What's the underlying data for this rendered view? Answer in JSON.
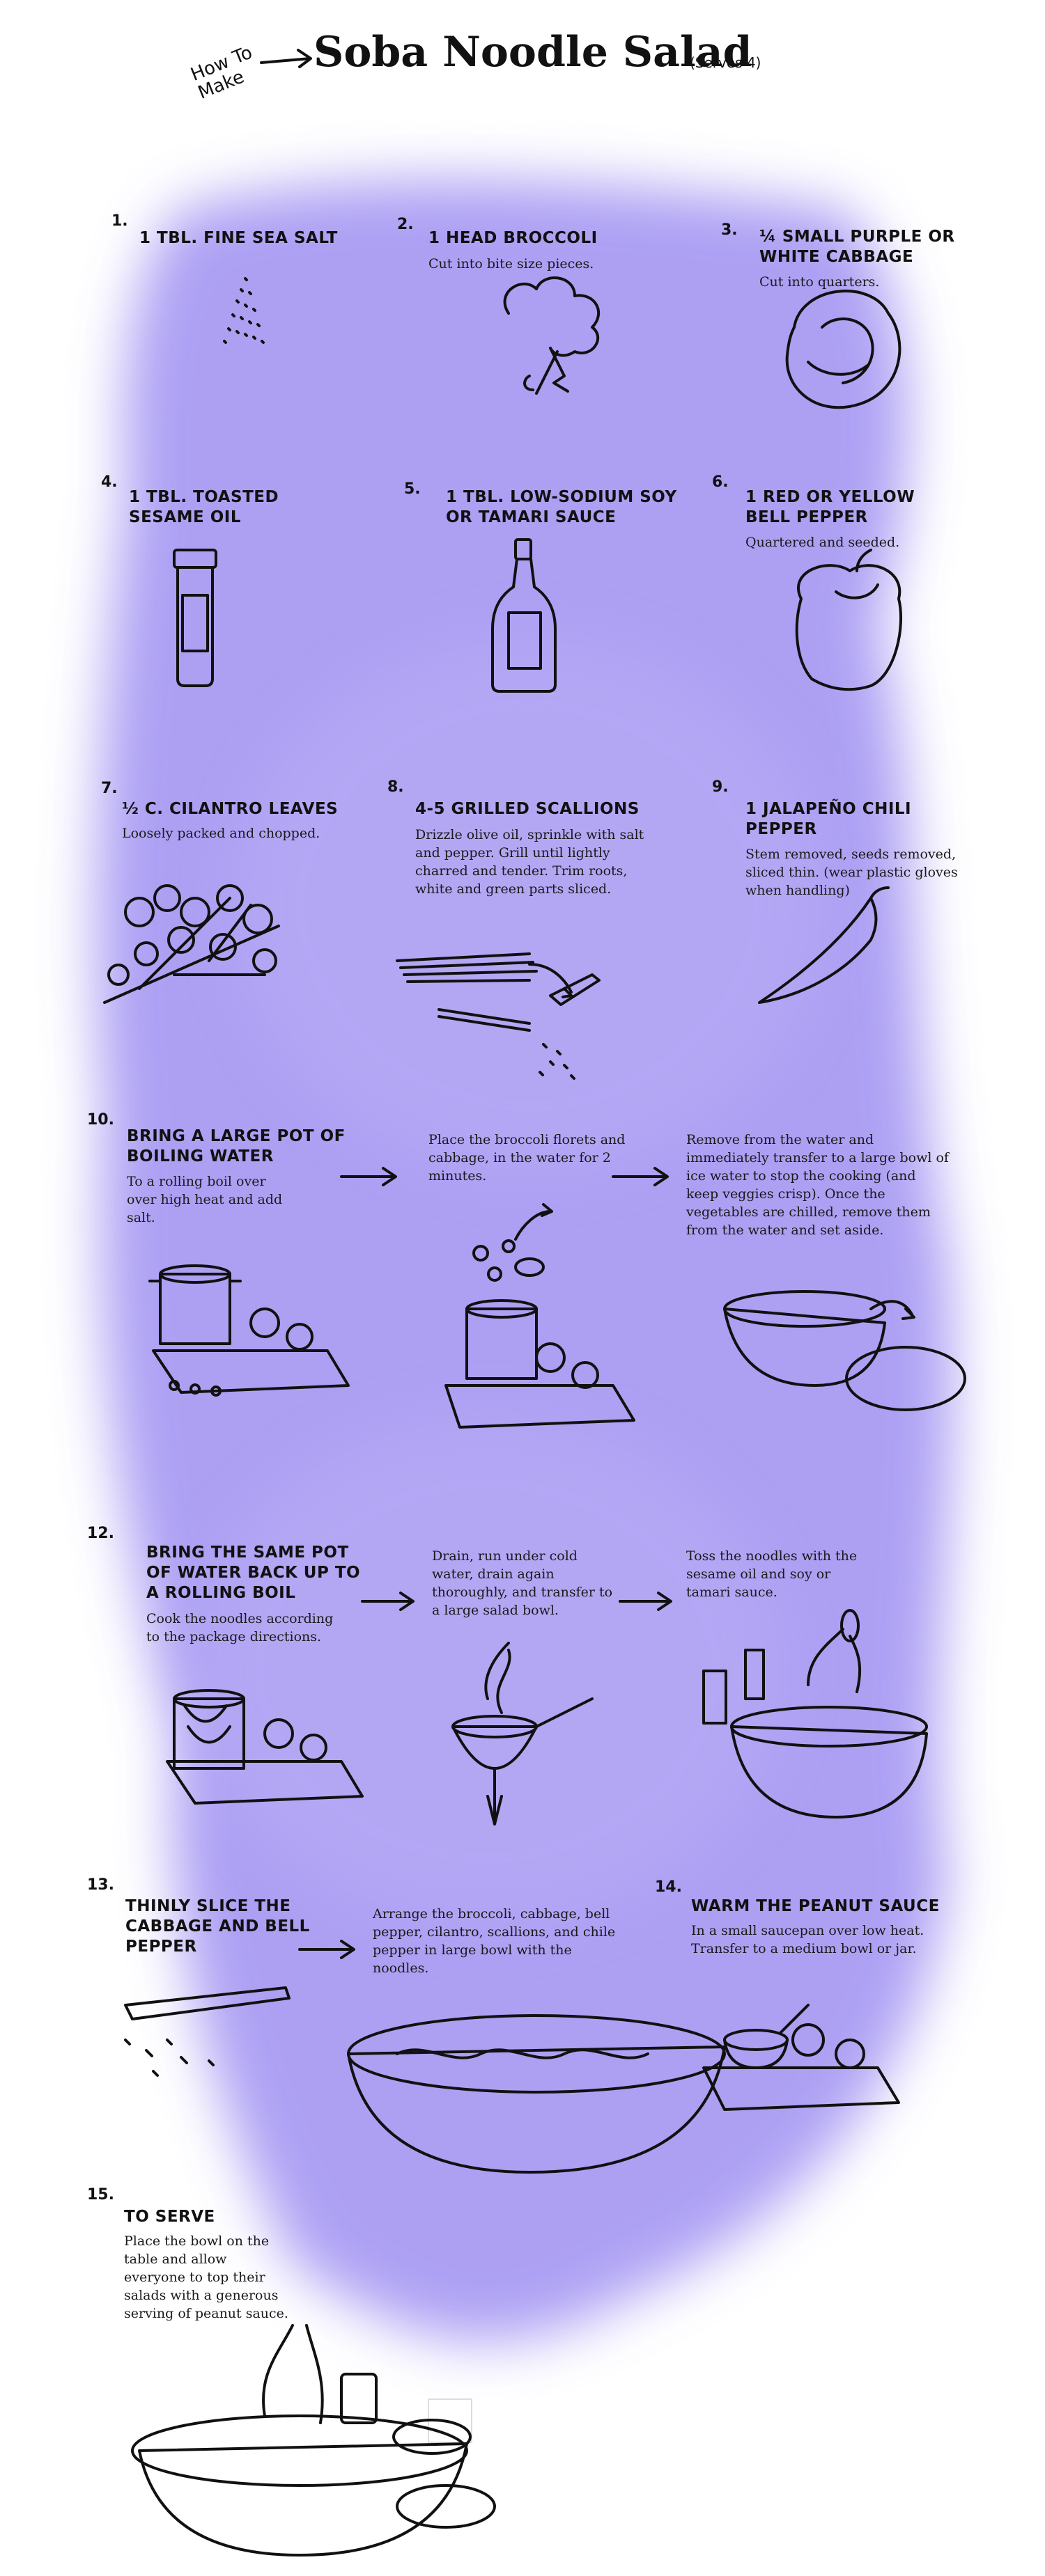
{
  "page": {
    "title": "Soba Noodle Salad",
    "serves": "(Serves 4)",
    "how_to": "How To Make",
    "colors": {
      "wash": "#9b8cf0",
      "ink": "#111111"
    }
  },
  "steps": [
    {
      "num": "1.",
      "head": "1 TBL. FINE SEA SALT",
      "desc": ""
    },
    {
      "num": "2.",
      "head": "1 HEAD BROCCOLI",
      "desc": "Cut into bite size pieces."
    },
    {
      "num": "3.",
      "head": "¼ SMALL PURPLE OR WHITE CABBAGE",
      "desc": "Cut into quarters."
    },
    {
      "num": "4.",
      "head": "1 TBL. TOASTED SESAME OIL",
      "desc": ""
    },
    {
      "num": "5.",
      "head": "1 TBL. LOW-SODIUM SOY OR TAMARI SAUCE",
      "desc": ""
    },
    {
      "num": "6.",
      "head": "1 RED OR YELLOW BELL PEPPER",
      "desc": "Quartered and seeded."
    },
    {
      "num": "7.",
      "head": "½ C. CILANTRO LEAVES",
      "desc": "Loosely packed and chopped."
    },
    {
      "num": "8.",
      "head": "4-5 GRILLED SCALLIONS",
      "desc": "Drizzle olive oil, sprinkle with salt and pepper. Grill until lightly charred and tender. Trim roots, white and green parts sliced."
    },
    {
      "num": "9.",
      "head": "1 JALAPEÑO CHILI PEPPER",
      "desc": "Stem removed, seeds removed, sliced thin. (wear plastic gloves when handling)"
    },
    {
      "num": "10.",
      "head": "BRING A LARGE POT OF BOILING WATER",
      "desc": "To a rolling boil over over high heat and add salt."
    },
    {
      "num": "",
      "head": "",
      "desc": "Place the broccoli florets and cabbage, in the water for 2 minutes."
    },
    {
      "num": "",
      "head": "",
      "desc": "Remove from the water and immediately transfer to a large bowl of ice water to stop the cooking (and keep veggies crisp). Once the vegetables are chilled, remove them from the water and set aside."
    },
    {
      "num": "12.",
      "head": "BRING THE SAME POT OF WATER BACK UP TO A ROLLING BOIL",
      "desc": "Cook the noodles according to the package directions."
    },
    {
      "num": "",
      "head": "",
      "desc": "Drain, run under cold water, drain again thoroughly, and transfer to a large salad bowl."
    },
    {
      "num": "",
      "head": "",
      "desc": "Toss the noodles with the sesame oil and soy or tamari sauce."
    },
    {
      "num": "13.",
      "head": "THINLY SLICE THE CABBAGE AND BELL PEPPER",
      "desc": ""
    },
    {
      "num": "",
      "head": "",
      "desc": "Arrange the broccoli, cabbage, bell pepper, cilantro, scallions, and chile pepper in large bowl with the noodles."
    },
    {
      "num": "14.",
      "head": "WARM THE PEANUT SAUCE",
      "desc": "In a small saucepan over low heat. Transfer to a medium bowl or jar."
    },
    {
      "num": "15.",
      "head": "TO SERVE",
      "desc": "Place the bowl on the table and allow everyone to top their salads with a generous serving of peanut sauce."
    }
  ]
}
